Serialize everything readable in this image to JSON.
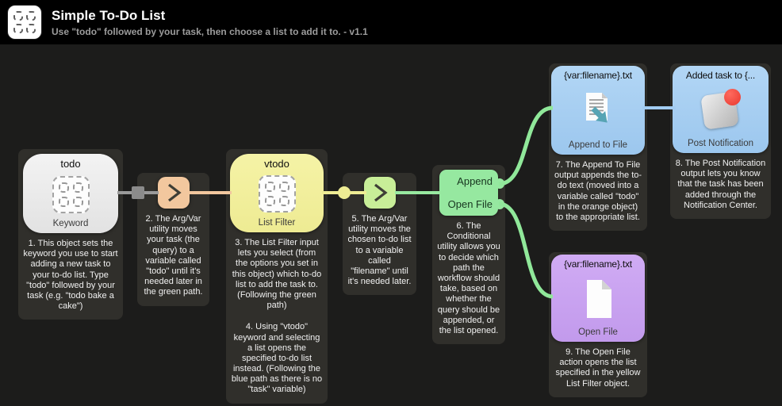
{
  "header": {
    "title": "Simple To-Do List",
    "subtitle": "Use \"todo\" followed by your task, then choose a list to add it to. - v1.1"
  },
  "nodes": {
    "keyword": {
      "title": "todo",
      "type": "Keyword",
      "note": "1. This object sets the keyword you use to start adding a new task to your to-do list. Type \"todo\" followed by your task (e.g. \"todo bake a cake\")"
    },
    "argvar1": {
      "note": "2. The Arg/Var utility moves your task (the query) to a variable called \"todo\" until it's needed later in the green path."
    },
    "listfilter": {
      "title": "vtodo",
      "type": "List Filter",
      "note3": "3. The List Filter input lets you select (from the options you set in this object) which to-do list to add the task to. (Following the green path)",
      "note4": "4. Using \"vtodo\" keyword and selecting a list opens the specified to-do list instead. (Following the blue path as there is no \"task\" variable)"
    },
    "argvar2": {
      "note": "5. The Arg/Var utility moves the chosen to-do list to a variable called \"filename\" until it's needed later."
    },
    "conditional": {
      "output_append": "Append",
      "output_openfile": "Open File",
      "note": "6. The Conditional utility allows you to decide which path the workflow should take, based on whether the query should be appended, or the list opened."
    },
    "appendfile": {
      "title": "{var:filename}.txt",
      "type": "Append to File",
      "note": "7. The Append To File output appends the to-do text (moved into a variable called \"todo\" in the orange object) to the appropriate list."
    },
    "postnotif": {
      "title": "Added task to {...",
      "type": "Post Notification",
      "note": "8. The Post Notification output lets you know that the task has been added through the Notification Center."
    },
    "openfile": {
      "title": "{var:filename}.txt",
      "type": "Open File",
      "note": "9. The Open File action opens the list specified in the yellow List Filter object."
    }
  },
  "icons": {
    "workflow": "grid-squares-icon",
    "keyword": "grid-squares-icon",
    "argvar": "chevron-right-icon",
    "append_to_file": "document-append-icon",
    "post_notification": "notification-badge-icon",
    "open_file": "document-icon"
  },
  "colors": {
    "canvas_bg": "#1c1c1b",
    "header_bg": "#000000",
    "card_bg": "#302f2b",
    "keyword_node": "#ebebeb",
    "argvar_orange": "#f2c79e",
    "listfilter_yellow": "#f1ee9c",
    "argvar_green": "#c8ee98",
    "conditional_green": "#96e8a0",
    "output_blue": "#a2ccf2",
    "openfile_purple": "#c8a0f0",
    "gray_line": "#9a9a9a",
    "notification_badge": "#ef4338",
    "append_arrow_teal": "#57a4b4"
  }
}
